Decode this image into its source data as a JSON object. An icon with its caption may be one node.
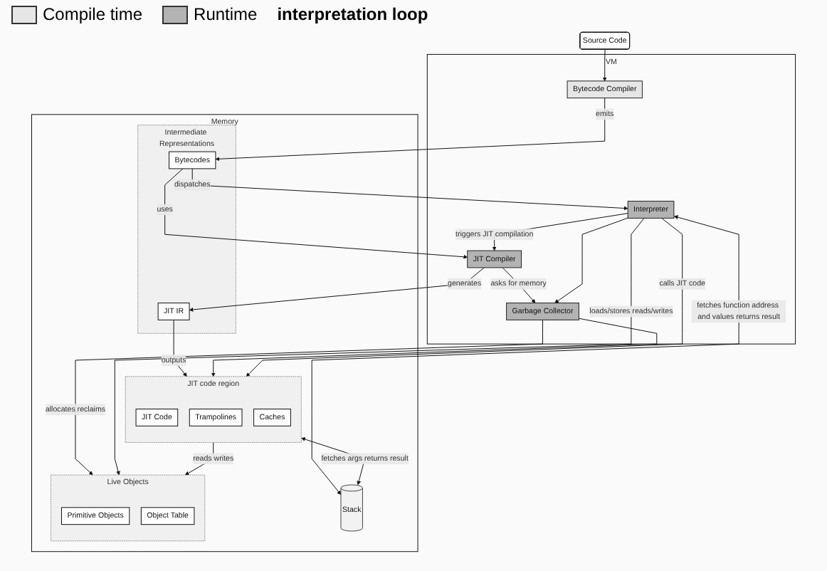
{
  "diagram": {
    "nodes": [
      {
        "text": [
          "Source Code"
        ]
      },
      {
        "text": [
          "VM"
        ]
      },
      {
        "text": [
          "Bytecode Compiler"
        ],
        "in": 1
      },
      {
        "text": [
          "JIT Compiler"
        ],
        "in": 1
      },
      {
        "text": [
          "Garbage Collector"
        ],
        "in": 1
      },
      {
        "text": [
          "Interpreter"
        ],
        "in": 1
      },
      {
        "text": [
          "Memory"
        ]
      },
      {
        "text": [
          "Intermediate Representations"
        ],
        "in": 6
      },
      {
        "text": [
          "Bytecodes"
        ],
        "in": 7
      },
      {
        "text": [
          "JIT IR"
        ],
        "in": 7
      },
      {
        "text": [
          "JIT code region"
        ],
        "in": 6
      },
      {
        "text": [
          "JIT Code"
        ],
        "in": 10
      },
      {
        "text": [
          "Trampolines"
        ],
        "in": 10
      },
      {
        "text": [
          "Caches"
        ],
        "in": 10
      },
      {
        "text": [
          "Live Objects"
        ],
        "in": 6
      },
      {
        "text": [
          "Primitive Objects"
        ],
        "in": 14
      },
      {
        "text": [
          "Object Table"
        ],
        "in": 14
      },
      {
        "text": [
          "Stack"
        ],
        "in": 6
      }
    ],
    "edges": [
      {
        "from": 0,
        "to": 2,
        "arrow": "to"
      },
      {
        "from": 2,
        "to": 8,
        "arrow": "to",
        "label": "emits"
      },
      {
        "from": 8,
        "to": 3,
        "arrow": "to",
        "label": "uses"
      },
      {
        "from": 3,
        "to": 9,
        "arrow": "to",
        "label": "generates"
      },
      {
        "from": 9,
        "to": 10,
        "arrow": "to",
        "label": "outputs"
      },
      {
        "from": 4,
        "to": 14,
        "arrow": "to",
        "label": "allocates reclaims"
      },
      {
        "from": 4,
        "to": 10,
        "arrow": "to"
      },
      {
        "from": 8,
        "to": 5,
        "arrow": "to",
        "label": "dispatches"
      },
      {
        "from": 5,
        "to": 14,
        "arrow": "to",
        "label": "loads/stores reads/writes"
      },
      {
        "from": 5,
        "to": 17,
        "arrow": "both",
        "label": "fetches function address and values returns result"
      },
      {
        "from": 5,
        "to": 10,
        "arrow": "to",
        "label": "calls JIT code"
      },
      {
        "from": 10,
        "to": 14,
        "arrow": "to",
        "label": "reads writes"
      },
      {
        "from": 10,
        "to": 17,
        "arrow": "both",
        "label": "fetches args returns result"
      },
      {
        "from": 5,
        "to": 3,
        "arrow": "to",
        "label": "triggers JIT compilation"
      },
      {
        "from": 3,
        "to": 4,
        "arrow": "to",
        "label": "asks for memory"
      },
      {
        "from": 5,
        "to": 4,
        "arrow": "to"
      }
    ],
    "labels": [
      "interpretation loop"
    ],
    "legend": [
      {
        "text": "Compile time",
        "color": "#e6e6e6"
      },
      {
        "text": "Runtime",
        "color": "#b3b3b3"
      }
    ]
  }
}
